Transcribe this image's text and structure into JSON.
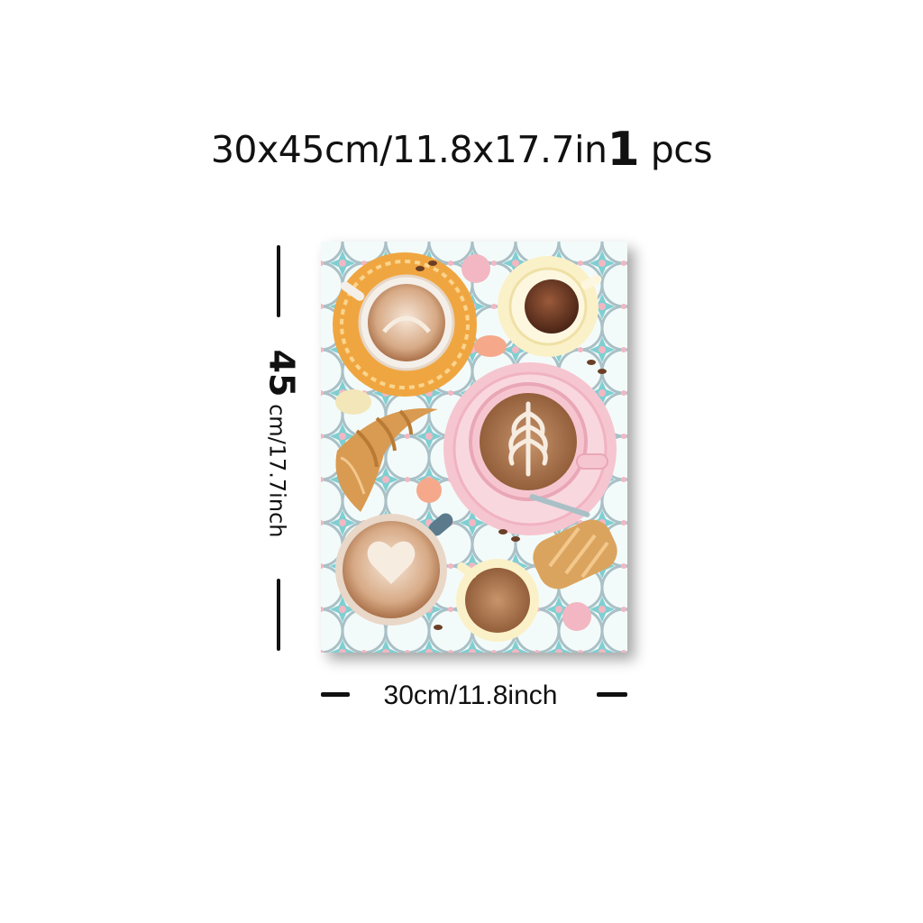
{
  "header": {
    "size_label": "30x45cm/11.8x17.7in",
    "quantity": "1",
    "unit": "pcs"
  },
  "dimensions": {
    "height_value": "45",
    "height_label": "cm/17.7inch",
    "width_label": "30cm/11.8inch"
  },
  "colors": {
    "tile_teal": "#7fcfd2",
    "tile_grey": "#a9c0c6",
    "tile_pink": "#f2b7c2",
    "saucer_orange": "#f0a640",
    "cup_pink": "#f6c6d0",
    "coffee_brown": "#a9714a",
    "croissant": "#d99a52",
    "cup_blue": "#5b7b8d"
  },
  "artwork": {
    "icons": [
      "cappuccino-cup-icon",
      "espresso-cup-icon",
      "latte-art-cup-icon",
      "croissant-icon",
      "pastry-icon",
      "macaron-icon",
      "coffee-bean-icon"
    ]
  }
}
